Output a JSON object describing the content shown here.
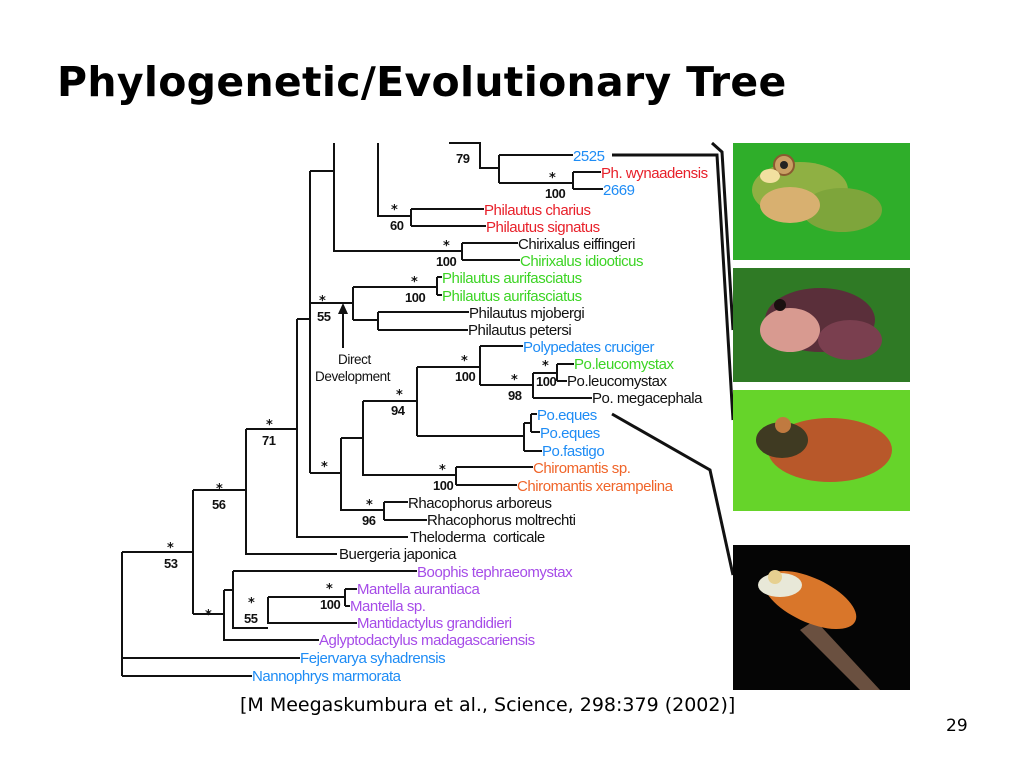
{
  "slide": {
    "title": "Phylogenetic/Evolutionary Tree",
    "citation": "[M Meegaskumbura et al., Science, 298:379 (2002)]",
    "page_number": "29"
  },
  "colors": {
    "red": "#e8202a",
    "blue": "#1e8cf5",
    "green": "#3cd424",
    "orange": "#f0652a",
    "purple": "#a64ce8",
    "black": "#111111"
  },
  "annotation": {
    "line1": "Direct",
    "line2": "Development"
  },
  "taxa": [
    {
      "label": "2525",
      "color": "blue"
    },
    {
      "label": "Ph. wynaadensis",
      "color": "red"
    },
    {
      "label": "2669",
      "color": "blue"
    },
    {
      "label": "Philautus charius",
      "color": "red"
    },
    {
      "label": "Philautus signatus",
      "color": "red"
    },
    {
      "label": "Chirixalus eiffingeri",
      "color": "black"
    },
    {
      "label": "Chirixalus idiooticus",
      "color": "green"
    },
    {
      "label": "Philautus aurifasciatus",
      "color": "green"
    },
    {
      "label": "Philautus aurifasciatus",
      "color": "green"
    },
    {
      "label": "Philautus mjobergi",
      "color": "black"
    },
    {
      "label": "Philautus petersi",
      "color": "black"
    },
    {
      "label": "Polypedates cruciger",
      "color": "blue"
    },
    {
      "label": "Po.leucomystax",
      "color": "green"
    },
    {
      "label": "Po.leucomystax",
      "color": "black"
    },
    {
      "label": "Po. megacephala",
      "color": "black"
    },
    {
      "label": "Po.eques",
      "color": "blue"
    },
    {
      "label": "Po.eques",
      "color": "blue"
    },
    {
      "label": "Po.fastigo",
      "color": "blue"
    },
    {
      "label": "Chiromantis sp.",
      "color": "orange"
    },
    {
      "label": "Chiromantis xerampelina",
      "color": "orange"
    },
    {
      "label": "Rhacophorus arboreus",
      "color": "black"
    },
    {
      "label": "Rhacophorus moltrechti",
      "color": "black"
    },
    {
      "label": "Theloderma  corticale",
      "color": "black"
    },
    {
      "label": "Buergeria japonica",
      "color": "black"
    },
    {
      "label": "Boophis tephraeomystax",
      "color": "purple"
    },
    {
      "label": "Mantella aurantiaca",
      "color": "purple"
    },
    {
      "label": "Mantella sp.",
      "color": "purple"
    },
    {
      "label": "Mantidactylus grandidieri",
      "color": "purple"
    },
    {
      "label": "Aglyptodactylus madagascariensis",
      "color": "purple"
    },
    {
      "label": "Fejervarya syhadrensis",
      "color": "blue"
    },
    {
      "label": "Nannophrys marmorata",
      "color": "blue"
    }
  ],
  "support": {
    "star": "*",
    "n79": "79",
    "wyn": "100",
    "charius": "60",
    "chirixalus": "100",
    "aurif": "100",
    "direct": "55",
    "polypedates": "100",
    "leuco": "100",
    "megaceph": "98",
    "n94": "94",
    "n71": "71",
    "chiromantis": "100",
    "rhaco": "96",
    "n56": "56",
    "n53": "53",
    "mantella": "100",
    "mantid": "55"
  },
  "photos": [
    {
      "icon": "green-tree-frog-photo"
    },
    {
      "icon": "pink-spotted-frog-photo"
    },
    {
      "icon": "brown-frog-on-leaf-photo"
    },
    {
      "icon": "orange-frog-on-branch-photo"
    }
  ]
}
